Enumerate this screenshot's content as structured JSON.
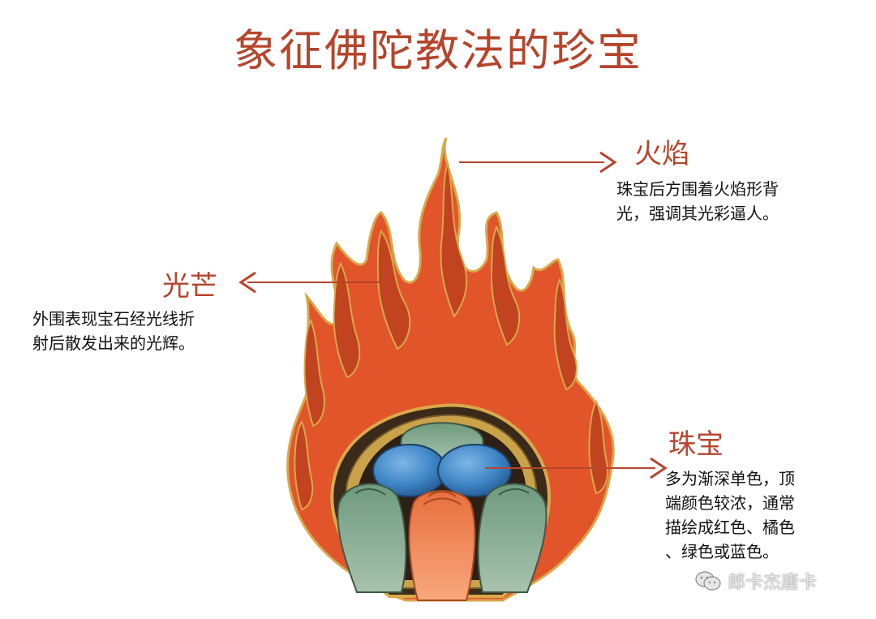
{
  "title": "象征佛陀教法的珍宝",
  "callouts": {
    "flame": {
      "label": "火焰",
      "lines": [
        "珠宝后方围着火焰形背",
        "光，强调其光彩逼人。"
      ]
    },
    "rays": {
      "label": "光芒",
      "lines": [
        "外围表现宝石经光线折",
        "射后散发出来的光辉。"
      ]
    },
    "jewel": {
      "label": "珠宝",
      "lines": [
        "多为渐深单色，顶",
        "端颜色较浓，通常",
        "描绘成红色、橘色",
        "、绿色或蓝色。"
      ]
    }
  },
  "watermark": {
    "text": "郎卡杰唐卡",
    "icon": "wechat-icon"
  },
  "colors": {
    "accent": "#b5452c",
    "flame_outer": "#e2552b",
    "flame_inner": "#c2431f",
    "flame_outline": "#d8a84a",
    "jewel_green": "#7fa38a",
    "jewel_blue": "#3e86c6",
    "jewel_orange": "#ee8552",
    "frame_dark": "#3a2a1a"
  }
}
